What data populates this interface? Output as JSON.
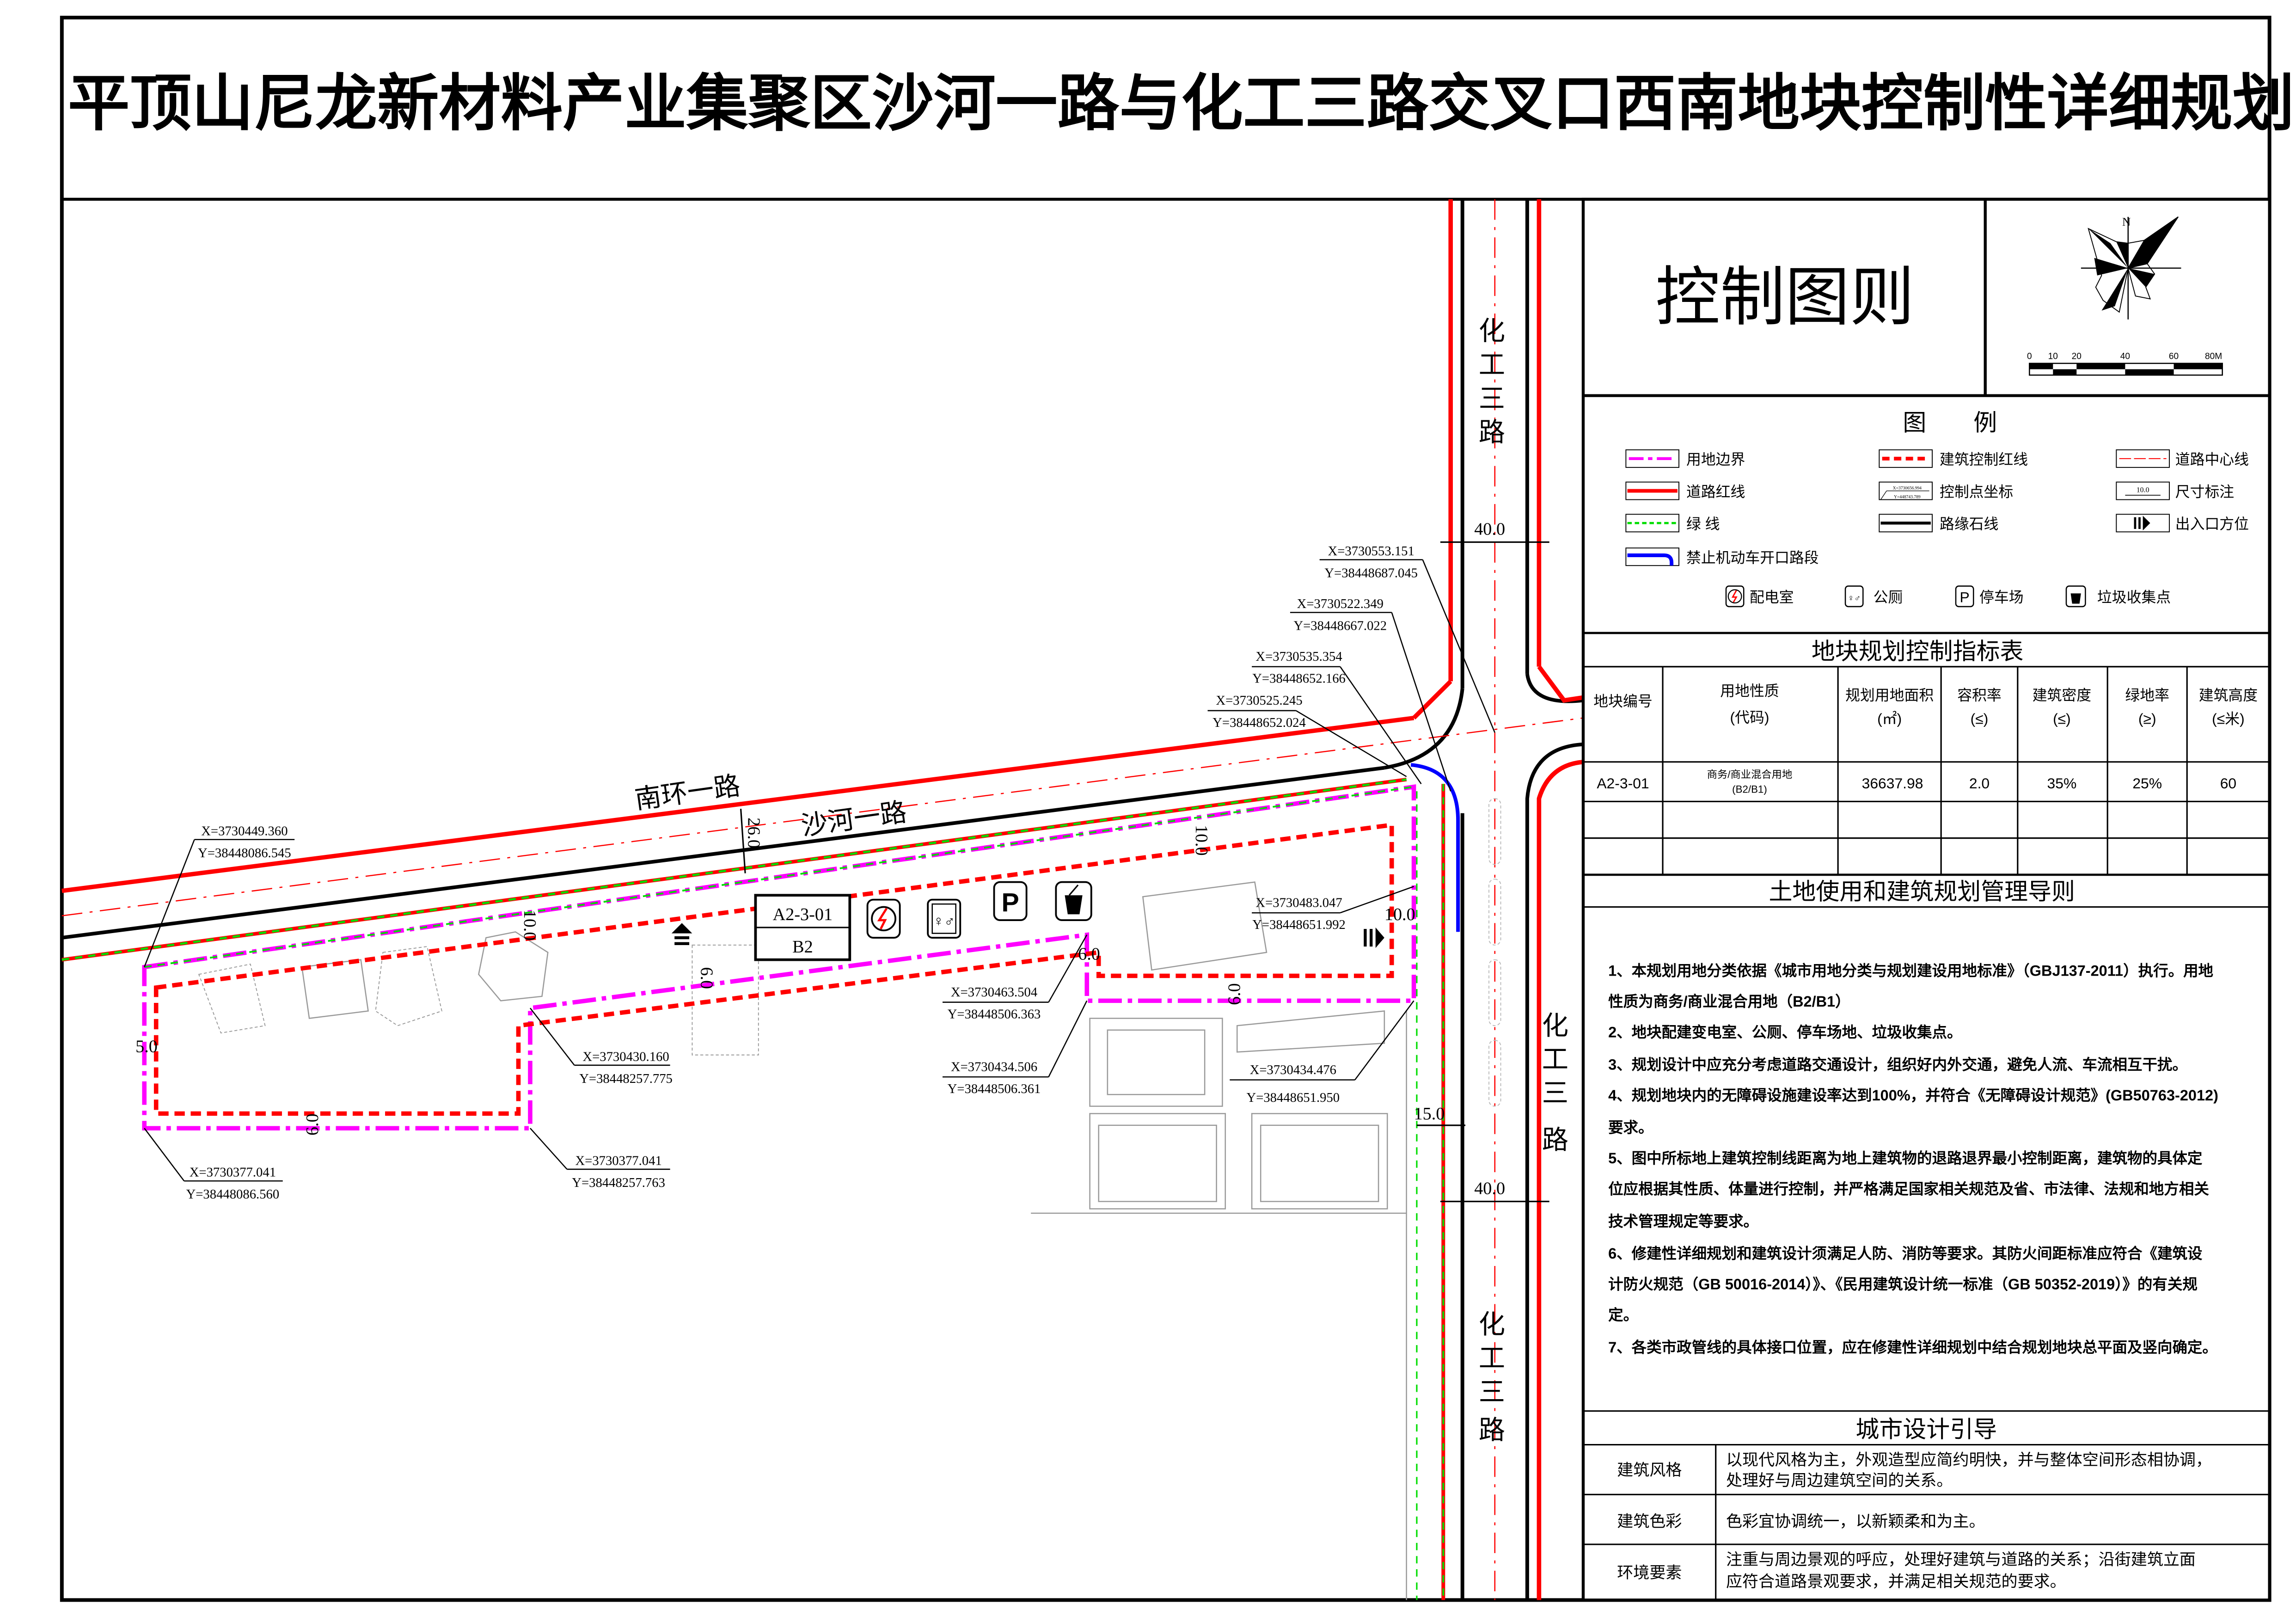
{
  "title": "平顶山尼龙新材料产业集聚区沙河一路与化工三路交叉口西南地块控制性详细规划",
  "panel_title": "控制图则",
  "compass": {
    "north": "N"
  },
  "scale_bar": {
    "labels": [
      "0",
      "10",
      "20",
      "40",
      "60",
      "80M"
    ]
  },
  "legend": {
    "title": "图　　例",
    "items": [
      {
        "label": "用地边界",
        "icon": "site-boundary-line"
      },
      {
        "label": "建筑控制红线",
        "icon": "building-control-line"
      },
      {
        "label": "道路中心线",
        "icon": "road-centerline"
      },
      {
        "label": "道路红线",
        "icon": "road-red-line"
      },
      {
        "label": "控制点坐标",
        "icon": "control-point-coordinate"
      },
      {
        "label": "尺寸标注",
        "icon": "dimension-mark"
      },
      {
        "label": "绿 线",
        "icon": "green-line"
      },
      {
        "label": "路缘石线",
        "icon": "curb-line"
      },
      {
        "label": "出入口方位",
        "icon": "entrance-arrow"
      },
      {
        "label": "禁止机动车开口路段",
        "icon": "no-vehicle-opening-line"
      }
    ],
    "sample_coord": {
      "x": "X=3730656.994",
      "y": "Y=448743.789"
    },
    "sample_dim": "10.0",
    "facilities": [
      {
        "label": "配电室",
        "icon": "power-room"
      },
      {
        "label": "公厕",
        "icon": "toilet"
      },
      {
        "label": "停车场",
        "icon": "parking"
      },
      {
        "label": "垃圾收集点",
        "icon": "trash"
      }
    ],
    "parking_glyph": "P"
  },
  "colors": {
    "road_red": "#ff0000",
    "site_magenta": "#ff00ff",
    "green": "#00dd00",
    "blue": "#0000ff",
    "gray": "#9a9a9a"
  },
  "index_table": {
    "title": "地块规划控制指标表",
    "headers": [
      [
        "地块编号",
        ""
      ],
      [
        "用地性质",
        "(代码)"
      ],
      [
        "规划用地面积",
        "(㎡)"
      ],
      [
        "容积率",
        "(≤)"
      ],
      [
        "建筑密度",
        "(≤)"
      ],
      [
        "绿地率",
        "(≥)"
      ],
      [
        "建筑高度",
        "(≤米)"
      ]
    ],
    "rows": [
      {
        "id": "A2-3-01",
        "use": "商务/商业混合用地",
        "code": "(B2/B1)",
        "area": "36637.98",
        "far": "2.0",
        "density": "35%",
        "green": "25%",
        "height": "60"
      }
    ]
  },
  "guidelines": {
    "title": "土地使用和建筑规划管理导则",
    "lines": [
      "1、本规划用地分类依据《城市用地分类与规划建设用地标准》（GBJ137-2011）执行。用地",
      "性质为商务/商业混合用地（B2/B1）",
      "2、地块配建变电室、公厕、停车场地、垃圾收集点。",
      "3、规划设计中应充分考虑道路交通设计，组织好内外交通，避免人流、车流相互干扰。",
      "4、规划地块内的无障碍设施建设率达到100%，并符合《无障碍设计规范》(GB50763-2012)",
      "要求。",
      "5、图中所标地上建筑控制线距离为地上建筑物的退路退界最小控制距离，建筑物的具体定",
      "位应根据其性质、体量进行控制，并严格满足国家相关规范及省、市法律、法规和地方相关",
      "技术管理规定等要求。",
      "6、修建性详细规划和建筑设计须满足人防、消防等要求。其防火间距标准应符合《建筑设",
      "计防火规范（GB 50016-2014）》、《民用建筑设计统一标准（GB 50352-2019）》的有关规",
      "定。",
      "7、各类市政管线的具体接口位置，应在修建性详细规划中结合规划地块总平面及竖向确定。"
    ]
  },
  "urban_design": {
    "title": "城市设计引导",
    "rows": [
      {
        "label": "建筑风格",
        "lines": [
          "以现代风格为主，外观造型应简约明快，并与整体空间形态相协调，",
          "处理好与周边建筑空间的关系。"
        ]
      },
      {
        "label": "建筑色彩",
        "lines": [
          "色彩宜协调统一，以新颖柔和为主。"
        ]
      },
      {
        "label": "环境要素",
        "lines": [
          "注重与周边景观的呼应，处理好建筑与道路的关系；沿街建筑立面",
          "应符合道路景观要求，并满足相关规范的要求。"
        ]
      }
    ]
  },
  "map": {
    "roads": {
      "south_ring": "南环一路",
      "shahe": "沙河一路",
      "huagong": [
        "化",
        "工",
        "三",
        "路"
      ]
    },
    "block": {
      "id": "A2-3-01",
      "use": "B2"
    },
    "dimensions": {
      "road_width_north": "40.0",
      "road_width_south": "40.0",
      "diag_road_width": "26.0",
      "setback_north_east": "10.0",
      "setback_north_west": "10.0",
      "setback_west": "5.0",
      "setback_mid": "6.0",
      "setback_notch": "6.0",
      "setback_east": "10.0",
      "setback_south_east": "6.0",
      "setback_south_west": "6.0",
      "setback_east_road": "15.0"
    },
    "coords": [
      {
        "x": "X=3730553.151",
        "y": "Y=38448687.045"
      },
      {
        "x": "X=3730522.349",
        "y": "Y=38448667.022"
      },
      {
        "x": "X=3730535.354",
        "y": "Y=38448652.166"
      },
      {
        "x": "X=3730525.245",
        "y": "Y=38448652.024"
      },
      {
        "x": "X=3730449.360",
        "y": "Y=38448086.545"
      },
      {
        "x": "X=3730483.047",
        "y": "Y=38448651.992"
      },
      {
        "x": "X=3730463.504",
        "y": "Y=38448506.363"
      },
      {
        "x": "X=3730434.506",
        "y": "Y=38448506.361"
      },
      {
        "x": "X=3730430.160",
        "y": "Y=38448257.775"
      },
      {
        "x": "X=3730377.041",
        "y": "Y=38448086.560"
      },
      {
        "x": "X=3730377.041",
        "y": "Y=38448257.763"
      },
      {
        "x": "X=3730434.476",
        "y": "Y=38448651.950"
      }
    ]
  }
}
